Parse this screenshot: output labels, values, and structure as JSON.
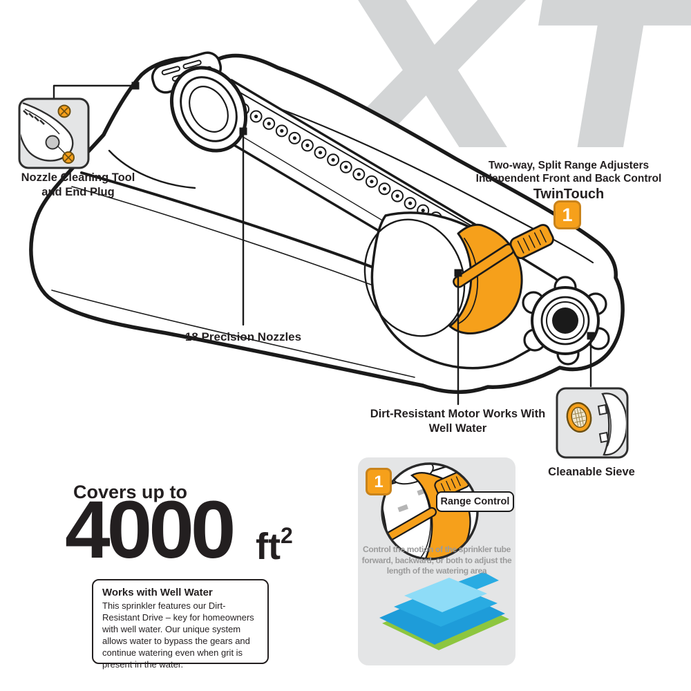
{
  "watermark": "XT",
  "colors": {
    "accent_orange": "#F6A01B",
    "badge_border": "#C9831B",
    "watermark_gray": "#D3D5D6",
    "panel_gray": "#E4E5E6",
    "text_dark": "#231F20",
    "muted_text": "#9B9B9B",
    "blue_light": "#8EDCF7",
    "blue_mid": "#29ABE2",
    "blue_deep": "#1E9CD9",
    "green": "#8DC63F"
  },
  "callouts": {
    "nozzle_tool": {
      "label": "Nozzle Cleaning Tool and End Plug"
    },
    "precision_nozzles": {
      "label": "18 Precision Nozzles"
    },
    "motor": {
      "label": "Dirt-Resistant Motor Works With Well Water"
    },
    "sieve": {
      "label": "Cleanable Sieve"
    },
    "twintouch": {
      "line1": "Two-way, Split Range Adjusters",
      "line2": "Independent Front and Back Control",
      "brand": "TwinTouch",
      "badge": "1"
    }
  },
  "coverage": {
    "prefix": "Covers up to",
    "value": "4000",
    "unit": "ft",
    "exponent": "2"
  },
  "well_water": {
    "title": "Works with Well Water",
    "body": "This sprinkler features our Dirt-Resistant Drive – key for homeowners with well water. Our unique system allows water to bypass the gears and continue watering even when grit is present in the water."
  },
  "range_card": {
    "badge": "1",
    "label": "Range Control",
    "description": "Control the motion of the sprinkler tube forward, backward, or both to adjust the length of the watering area"
  }
}
